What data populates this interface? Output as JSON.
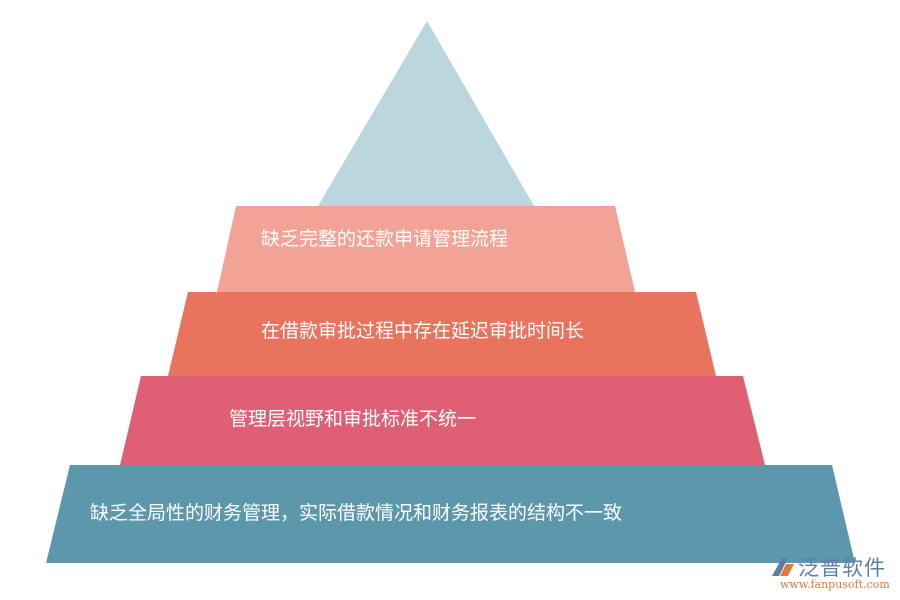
{
  "pyramid": {
    "apex_color": "#bcd6dd",
    "tiers": [
      {
        "label": "缺乏完整的还款申请管理流程",
        "color": "#f2a395"
      },
      {
        "label": "在借款审批过程中存在延迟审批时间长",
        "color": "#e9745e"
      },
      {
        "label": "管理层视野和审批标准不统一",
        "color": "#df6074"
      },
      {
        "label": "缺乏全局性的财务管理，实际借款情况和财务报表的结构不一致",
        "color": "#5d97ab"
      }
    ]
  },
  "watermark": {
    "brand": "泛普软件",
    "url": "www.fanpusoft.com"
  }
}
